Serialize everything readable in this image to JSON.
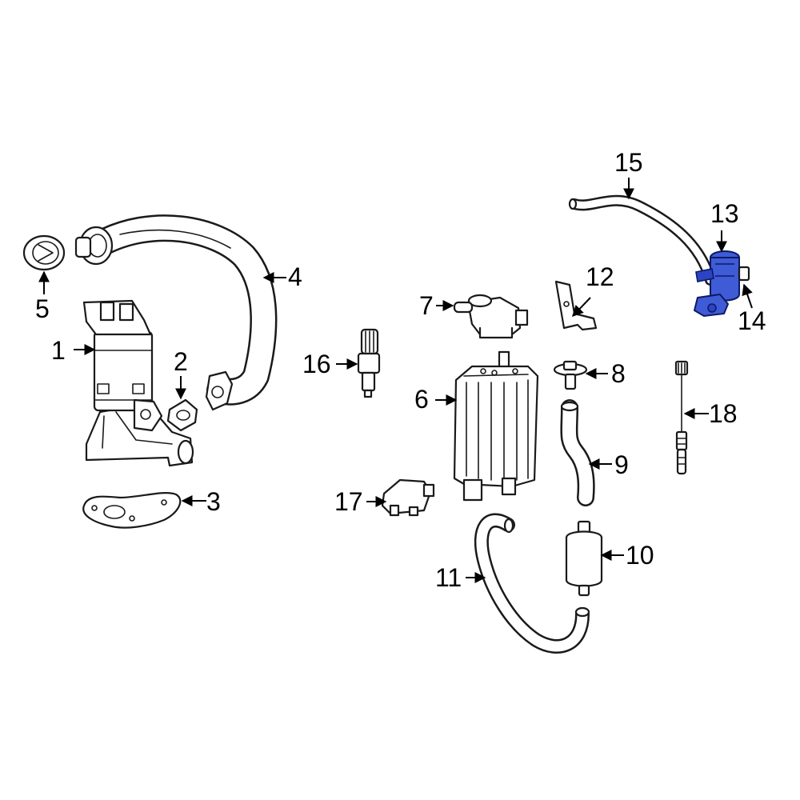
{
  "callouts": {
    "c1": "1",
    "c2": "2",
    "c3": "3",
    "c4": "4",
    "c5": "5",
    "c6": "6",
    "c7": "7",
    "c8": "8",
    "c9": "9",
    "c10": "10",
    "c11": "11",
    "c12": "12",
    "c13": "13",
    "c14": "14",
    "c15": "15",
    "c16": "16",
    "c17": "17",
    "c18": "18"
  },
  "colors": {
    "highlight": "#3f5bd6",
    "line": "#1a1a1a",
    "background": "#ffffff"
  },
  "highlighted_parts": [
    "13",
    "14"
  ]
}
